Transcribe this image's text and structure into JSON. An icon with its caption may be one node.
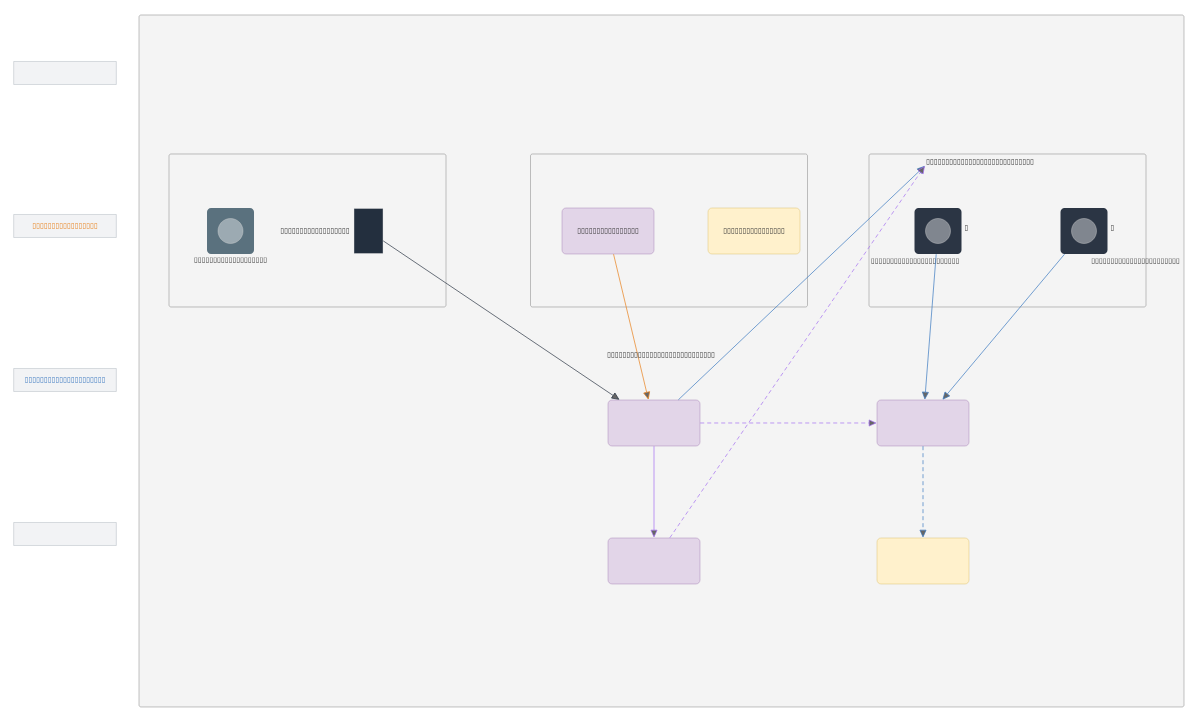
{
  "diagram": {
    "nodes": [
      {
        "text": [],
        "shape": "box"
      },
      {
        "text": [
          "▯▯▯▯▯▯▯▯▯▯▯▯▯▯▯▯▯"
        ]
      },
      {
        "text": [
          "▯▯▯▯▯▯▯▯▯▯▯▯▯▯▯▯▯▯▯▯▯"
        ]
      },
      {
        "text": [],
        "shape": "box"
      },
      {
        "text": [],
        "shape": "box"
      },
      {
        "text": [],
        "shape": "box",
        "in": 4
      },
      {
        "text": [
          "▯▯▯▯▯▯▯▯▯▯▯▯▯▯▯▯▯▯▯"
        ],
        "in": 5
      },
      {
        "text": [
          "▯▯▯▯▯▯▯▯▯▯▯▯▯▯▯▯▯▯"
        ],
        "in": 5
      },
      {
        "text": [],
        "shape": "box",
        "in": 4
      },
      {
        "text": [
          "▯▯▯▯▯▯▯▯▯▯▯▯▯▯▯▯"
        ],
        "in": 8
      },
      {
        "text": [
          "▯▯▯▯▯▯▯▯▯▯▯▯▯▯▯▯"
        ],
        "in": 8
      },
      {
        "text": [],
        "shape": "box",
        "in": 4
      },
      {
        "text": [
          "▯▯▯▯▯▯▯▯▯▯▯▯▯▯▯▯▯▯▯▯▯▯▯▯▯▯▯▯"
        ],
        "in": 11
      },
      {
        "text": [
          "▯▯▯▯▯▯▯▯▯▯▯▯▯▯▯▯▯▯▯▯▯▯▯"
        ],
        "beside": [
          "▯"
        ],
        "in": 11
      },
      {
        "text": [
          "▯▯▯▯▯▯▯▯▯▯▯▯▯▯▯▯▯▯▯▯▯▯▯"
        ],
        "beside": [
          "▯"
        ],
        "in": 11
      },
      {
        "text": [],
        "shape": "box",
        "in": 4
      },
      {
        "text": [],
        "shape": "box",
        "in": 4
      },
      {
        "text": [],
        "shape": "box",
        "in": 4
      },
      {
        "text": [],
        "shape": "box",
        "in": 4
      }
    ],
    "edges": [
      {
        "from": 7,
        "to": 15,
        "arrow": "to",
        "color": "#2b3544"
      },
      {
        "from": 9,
        "to": 15,
        "arrow": "to",
        "color": "#e8801a"
      },
      {
        "from": 15,
        "to": 12,
        "arrow": "to"
      },
      {
        "from": 13,
        "to": 16,
        "arrow": "to"
      },
      {
        "from": 14,
        "to": 16,
        "arrow": "to"
      },
      {
        "from": 15,
        "to": 16,
        "arrow": "to",
        "style": "dashed",
        "color": "#a36ef0"
      },
      {
        "from": 15,
        "to": 17,
        "arrow": "to",
        "color": "#a36ef0"
      },
      {
        "from": 17,
        "to": 12,
        "arrow": "to",
        "style": "dashed",
        "color": "#a36ef0"
      },
      {
        "from": 16,
        "to": 18,
        "arrow": "to",
        "style": "dashed"
      }
    ],
    "labels": [
      "▯▯▯▯▯▯▯▯▯▯▯▯▯▯▯▯▯▯▯▯▯▯▯▯▯▯▯▯"
    ]
  }
}
